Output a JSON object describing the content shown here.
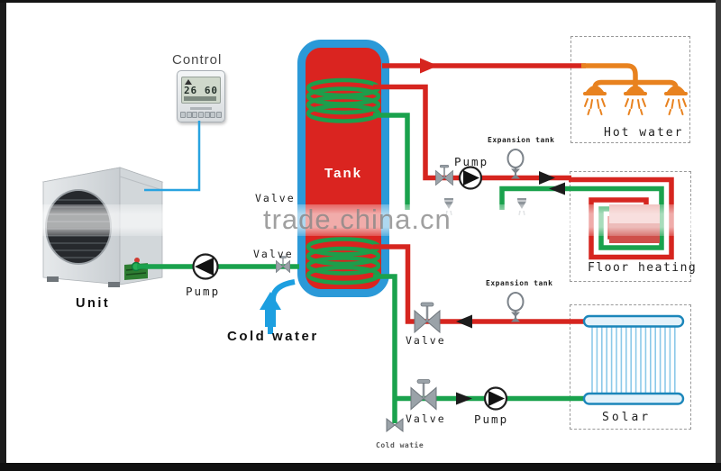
{
  "watermark": {
    "text": "trade.china.cn"
  },
  "colors": {
    "pipe_red": "#d6251f",
    "pipe_green": "#1aa24d",
    "tank_border_blue": "#2b99d8",
    "tank_fill_red": "#da2420",
    "hot_water_orange": "#e8821f",
    "cold_water_blue": "#1d9fe0",
    "valve_gray": "#9aa2a8",
    "dashed_box_gray": "#999999"
  },
  "control": {
    "label": "Control",
    "display_left": "26",
    "display_right": "60"
  },
  "labels": {
    "unit": "Unit",
    "unit_pump": "Pump",
    "tank": "Tank",
    "valve_upper": "Valve",
    "valve_lower": "Valve",
    "cold_water": "Cold water",
    "floor_pump": "Pump",
    "expansion_tank_floor": "Expansion tank",
    "expansion_tank_solar": "Expansion tank",
    "valve_solar_supply": "Valve",
    "valve_solar_return": "Valve",
    "solar_pump": "Pump",
    "cold_water_drain": "Cold watie",
    "hot_water_box": "Hot water",
    "floor_heating_box": "Floor heating",
    "solar_box": "Solar"
  }
}
